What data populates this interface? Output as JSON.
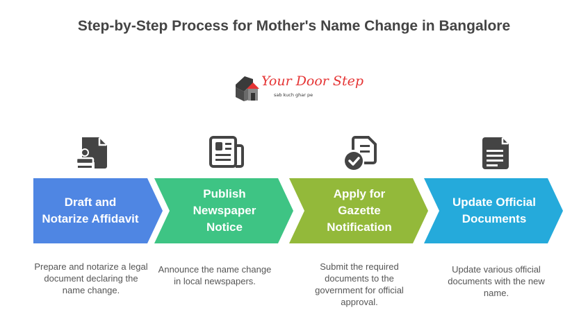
{
  "title": "Step-by-Step Process for Mother's Name Change in Bangalore",
  "logo": {
    "name": "Your Door Step",
    "tagline": "sab kuch ghar pe",
    "icon": "house-logo-icon",
    "color": "#e53434"
  },
  "steps": [
    {
      "label": "Draft and Notarize Affidavit",
      "description": "Prepare and notarize a legal document declaring the name change.",
      "icon": "stamp-document-icon",
      "color": "#4f86e3"
    },
    {
      "label": "Publish Newspaper Notice",
      "description": "Announce the name change in local newspapers.",
      "icon": "newspaper-icon",
      "color": "#3ec484"
    },
    {
      "label": "Apply for Gazette Notification",
      "description": "Submit the required documents to the government for official approval.",
      "icon": "document-check-icon",
      "color": "#93b93a"
    },
    {
      "label": "Update Official Documents",
      "description": "Update various official documents with the new name.",
      "icon": "file-text-icon",
      "color": "#25aadb"
    }
  ]
}
